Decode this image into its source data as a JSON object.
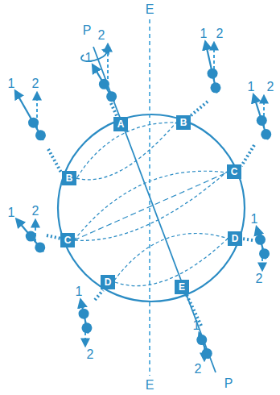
{
  "diagram": {
    "nodes": [
      {
        "text": [
          "A"
        ]
      },
      {
        "text": [
          "B"
        ]
      },
      {
        "text": [
          "B"
        ]
      },
      {
        "text": [
          "C"
        ]
      },
      {
        "text": [
          "C"
        ]
      },
      {
        "text": [
          "D"
        ]
      },
      {
        "text": [
          "D"
        ]
      },
      {
        "text": [
          "E"
        ]
      }
    ],
    "edges": [
      {
        "from": 2,
        "to": 1,
        "arrow": "none"
      },
      {
        "from": 4,
        "to": 3,
        "arrow": "none"
      },
      {
        "from": 6,
        "to": 5,
        "arrow": "none"
      }
    ],
    "labels": [
      "P",
      "E",
      "1",
      "2",
      "1",
      "2",
      "1",
      "2",
      "1",
      "2",
      "1",
      "2",
      "1",
      "2",
      "1",
      "2",
      "1",
      "2",
      "E",
      "P"
    ]
  }
}
